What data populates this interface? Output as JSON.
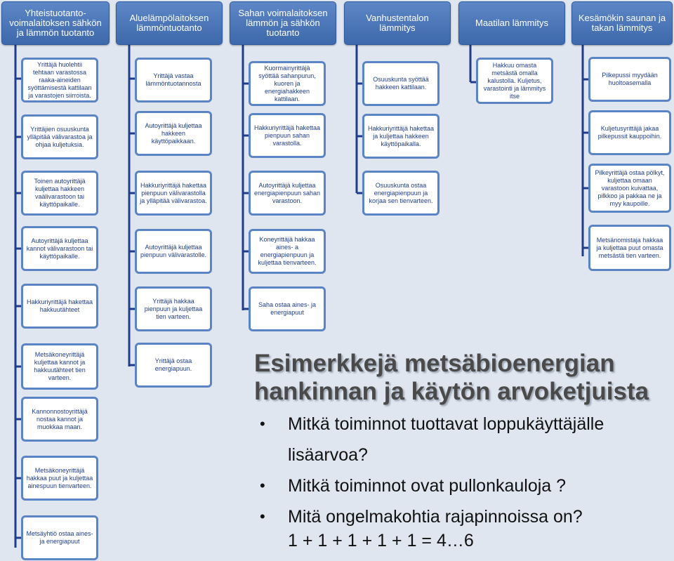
{
  "headers": [
    "Yhteistuotanto-voimalaitoksen sähkön ja lämmön tuotanto",
    "Aluelämpölaitoksen lämmöntuotanto",
    "Sahan voimalaitoksen lämmön ja sähkön tuotanto",
    "Vanhustentalon lämmitys",
    "Maatilan lämmitys",
    "Kesämökin saunan ja takan lämmitys"
  ],
  "columns": [
    [
      "Yrittäjä huolehtii tehtaan varastossa raaka-aineiden syöttämisestä kattilaan ja varastojen siirroista.",
      "Yrittäjien osuuskunta ylläpitää välivarastoa ja ohjaa kuljetuksia.",
      "Toinen autoyrittäjä kuljettaa hakkeen vaälivarastoon tai käyttöpaikalle.",
      "Autoyrittäjä kuljettaa kannot välivarastoon tai käyttöpaikalle.",
      "Hakkuriyrittäjä hakettaa hakkuutähteet",
      "Metsäkoneyrittäjä kuljettaa kannot ja hakkuutähteet tien varteen.",
      "Kannonnostoyrittäjä nostaa kannot ja muokkaa maan.",
      "Metsäkoneyrittäjä hakkaa puut ja kuljettaa ainespuun tienvarteen.",
      "Metsäyhtiö ostaa aines- ja energiapuut"
    ],
    [
      "Yrittäjä vastaa lämmöntuotannosta",
      "Autoyrittäjä kuljettaa hakkeen käyttöpaikkaan.",
      "Hakkuriyrittäjä hakettaa pienpuun välivarastolla ja ylläpitää välivarastoa.",
      "Autoyrittäjä kuljettaa pienpuun välivarastolle.",
      "Yrittäjä hakkaa pienpuun ja kuljettaa tien varteen.",
      "Yrittäjä ostaa energiapuun."
    ],
    [
      "Kuormainyrittäjä syöttää sahanpurun, kuoren ja energiahakkeen kattilaan.",
      "Hakkuriyrittäjä hakettaa pienpuun sahan varastolla.",
      "Autoyrittäjä kuljettaa energiapienpuun sahan varastoon.",
      "Koneyrittäjä hakkaa aines- a energiapienpuun ja kuljettaa tienvarteen.",
      "Saha ostaa aines- ja energiapuut"
    ],
    [
      "Osuuskunta syöttää hakkeen kattilaan.",
      "Hakkuriyrittäjä hakettaa ja kuljettaa hakkeen käyttöpaikalla.",
      "Osuuskunta ostaa energiapienpuun ja korjaa sen tienvarteen."
    ],
    [
      "Hakkuu omasta metsästä omalla kalustolla. Kuljetus, varastointi ja lämmitys itse"
    ],
    [
      "Pilkepussi myydään huoltoasemalla",
      "Kuljetusyrittäjä jakaa pilkepussit kauppoihin.",
      "Pilkeyrittäjä ostaa pölkyt, kuljettaa omaan varastoon kuivattaa, pilkkoo ja pakkaa ne ja myy kaupoille.",
      "Metsänomistaja hakkaa ja kuljettaa puut omasta metsästä tien varteen."
    ]
  ],
  "title": "Esimerkkejä metsäbioenergian hankinnan ja käytön arvoketjuista",
  "bullet_glyph": "•",
  "bullets": [
    "Mitkä toiminnot tuottavat loppukäyttäjälle lisäarvoa?",
    "Mitkä toiminnot ovat pullonkauloja ?",
    "Mitä ongelmakohtia rajapinnoissa on?"
  ],
  "equation": "1 + 1 + 1 + 1 + 1 = 4…6",
  "colors": {
    "header": "#4a74b8",
    "card_border": "#5b84c4",
    "card_text": "#1f3d8a",
    "connector": "#1f3d8a",
    "background": "#dfe6f0"
  }
}
